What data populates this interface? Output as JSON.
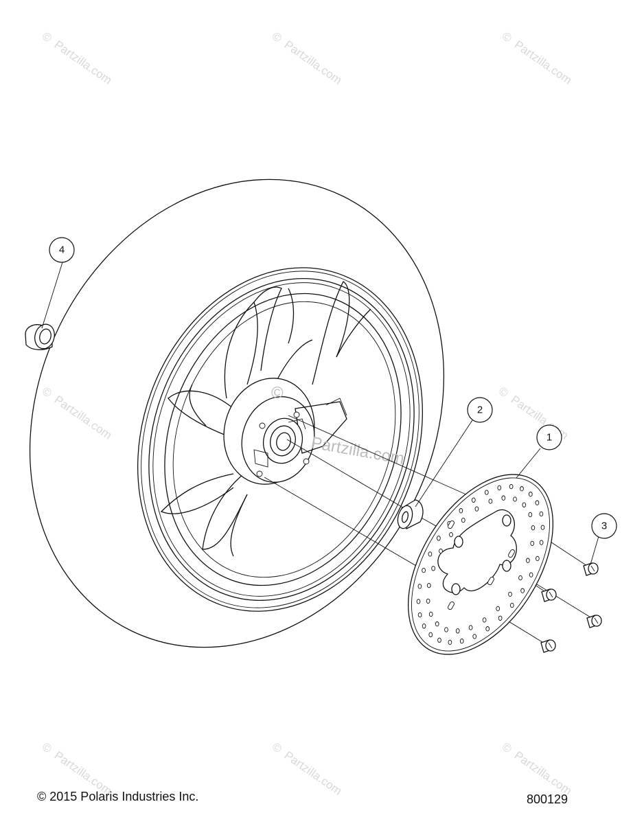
{
  "watermark": {
    "text": "Partzilla.com",
    "symbol": "©"
  },
  "hub_watermark": {
    "text": "Partzilla.com"
  },
  "callouts": [
    {
      "id": "1",
      "label": "1"
    },
    {
      "id": "2",
      "label": "2"
    },
    {
      "id": "3",
      "label": "3"
    },
    {
      "id": "4",
      "label": "4"
    }
  ],
  "footer": {
    "copyright": "© 2015 Polaris Industries Inc.",
    "part_number": "800129"
  }
}
